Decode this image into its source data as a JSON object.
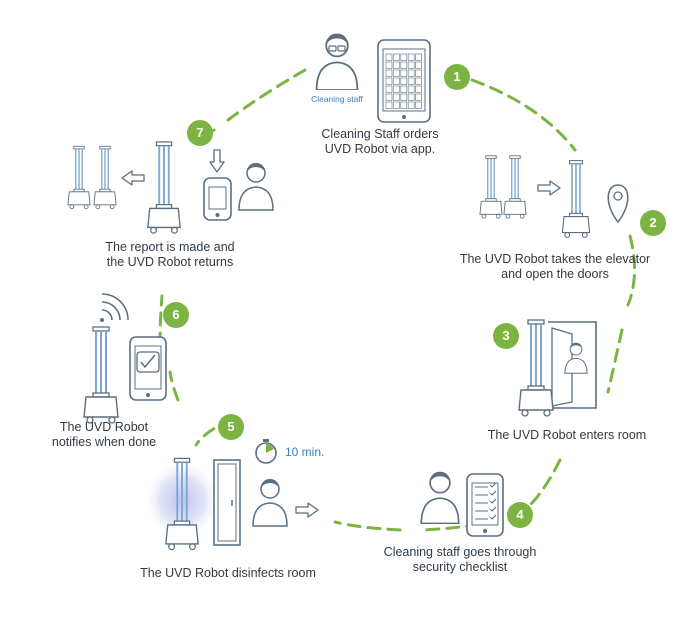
{
  "colors": {
    "accent_green": "#7cb443",
    "line": "#5a6f82",
    "robot_blue": "#b9d2ea",
    "uv_glow": "#c9cff0",
    "timer_blue": "#3d7fb7"
  },
  "steps": [
    {
      "number": "1",
      "lines": [
        "Cleaning Staff orders",
        "UVD Robot via app."
      ]
    },
    {
      "number": "2",
      "lines": [
        "The UVD Robot takes the elevator",
        "and open the doors"
      ]
    },
    {
      "number": "3",
      "lines": [
        "The UVD Robot enters room"
      ]
    },
    {
      "number": "4",
      "lines": [
        "Cleaning staff goes through",
        "security checklist"
      ]
    },
    {
      "number": "5",
      "lines": [
        "The UVD Robot disinfects room"
      ]
    },
    {
      "number": "6",
      "lines": [
        "The UVD Robot",
        "notifies when done"
      ]
    },
    {
      "number": "7",
      "lines": [
        "The report is made and",
        "the UVD Robot returns"
      ]
    }
  ],
  "person_label": "Cleaning staff",
  "timer": {
    "label": "10 min."
  },
  "icons": [
    "person-icon",
    "tablet-icon",
    "robot-icon",
    "location-pin-icon",
    "door-icon",
    "checklist-icon",
    "timer-icon",
    "wifi-icon",
    "phone-icon",
    "arrow-icon"
  ]
}
